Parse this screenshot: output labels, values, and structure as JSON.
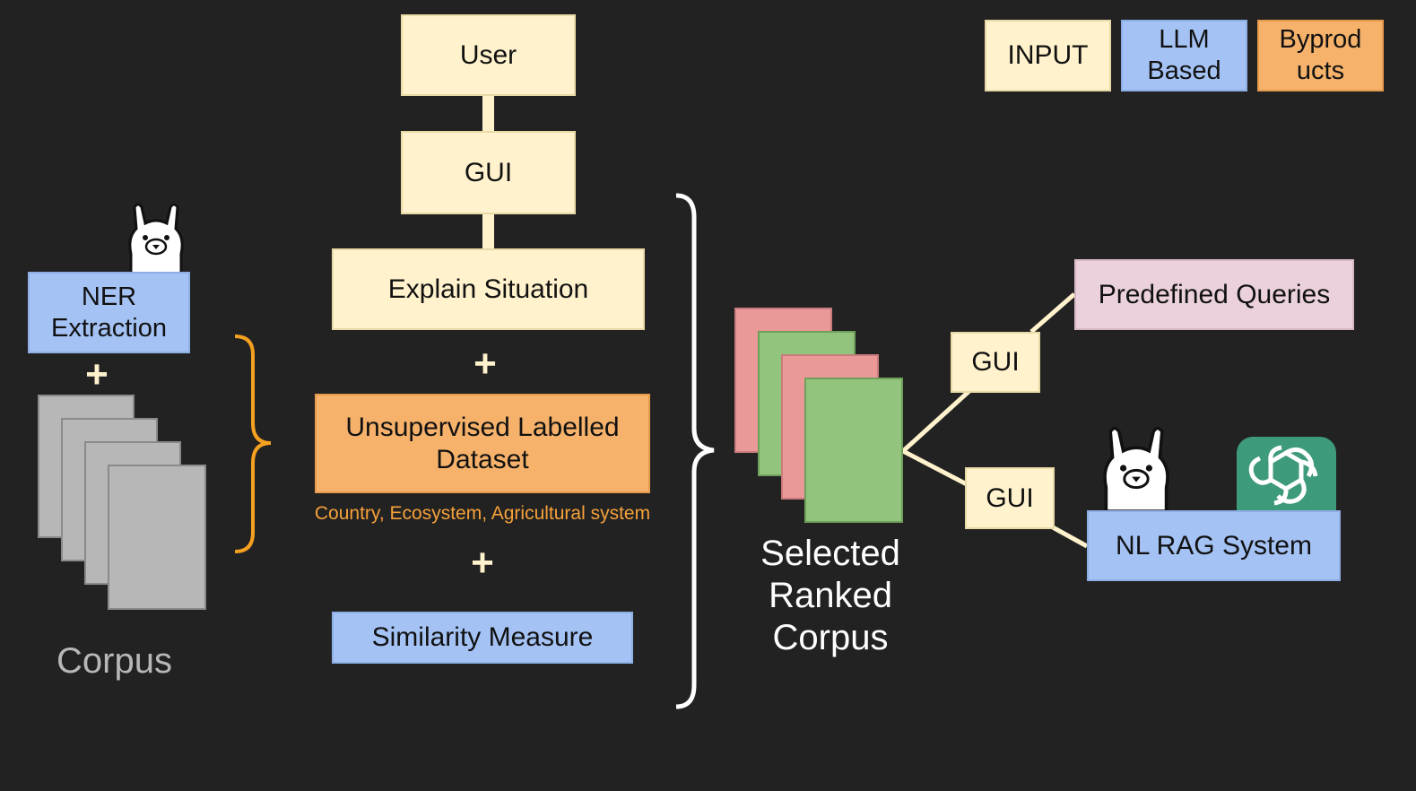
{
  "legend": {
    "input": "INPUT",
    "llm_line1": "LLM",
    "llm_line2": "Based",
    "byproducts_line1": "Byprod",
    "byproducts_line2": "ucts"
  },
  "left": {
    "ner_line1": "NER",
    "ner_line2": "Extraction",
    "plus": "+",
    "corpus_label": "Corpus"
  },
  "center": {
    "user": "User",
    "gui": "GUI",
    "explain": "Explain Situation",
    "plus": "+",
    "dataset_line1": "Unsupervised Labelled",
    "dataset_line2": "Dataset",
    "dataset_caption": "Country, Ecosystem, Agricultural system",
    "similarity": "Similarity Measure"
  },
  "right": {
    "selected_line1": "Selected",
    "selected_line2": "Ranked",
    "selected_line3": "Corpus",
    "gui_top": "GUI",
    "gui_bottom": "GUI",
    "predefined": "Predefined Queries",
    "rag": "NL RAG System"
  },
  "icons": [
    "llama-icon",
    "openai-icon"
  ],
  "colors": {
    "background": "#222222",
    "input": "#fff2cc",
    "llm": "#a4c2f4",
    "byproducts": "#f6b26b",
    "predefined": "#ead1dc",
    "brace_orange": "#f4a020",
    "doc_pink": "#ea9999",
    "doc_green": "#93c47d",
    "doc_gray": "#b7b7b7",
    "openai_green": "#3d9a7a"
  }
}
